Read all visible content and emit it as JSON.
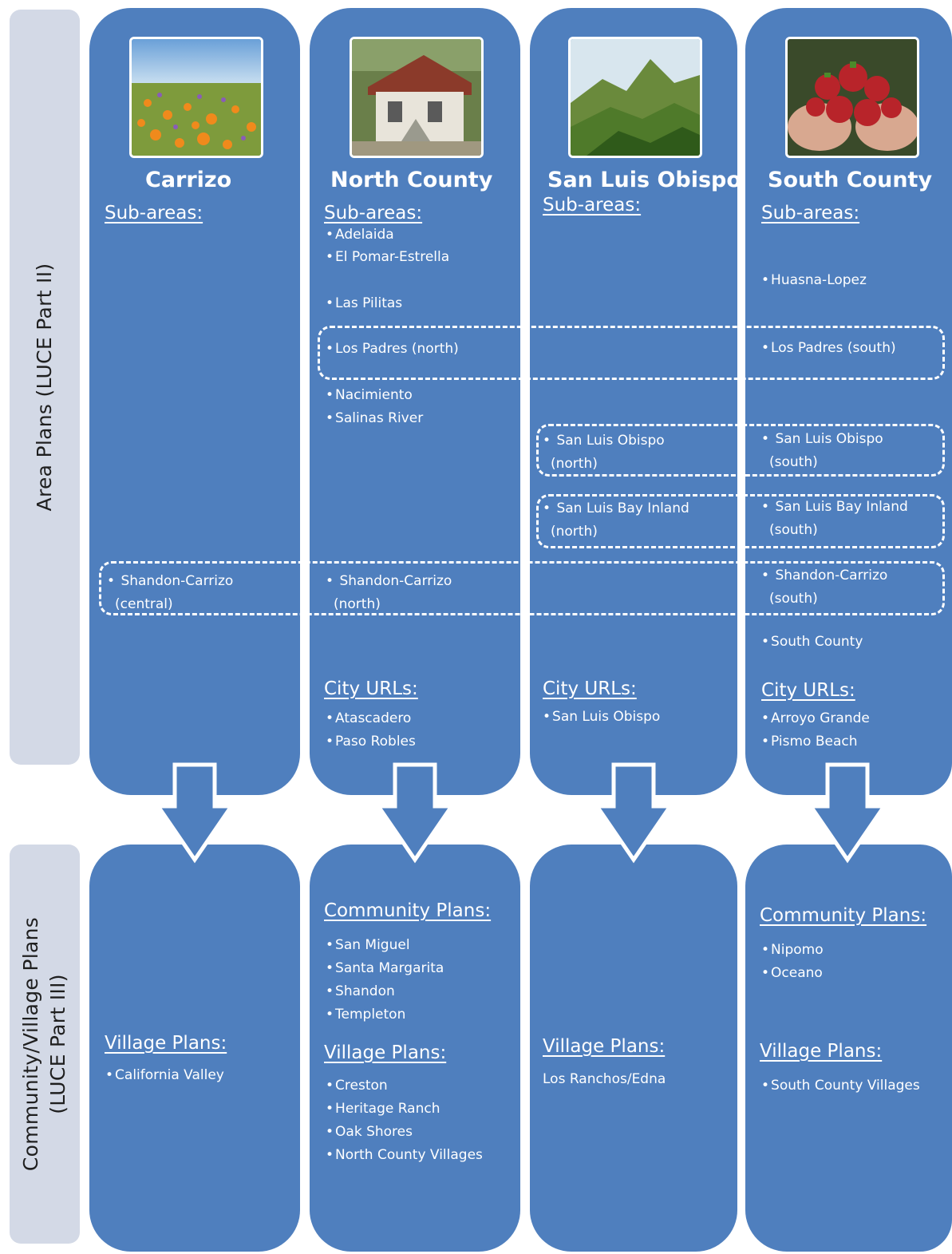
{
  "side_labels": {
    "area": "Area Plans (LUCE Part II)",
    "community_line1": "Community/Village Plans",
    "community_line2": "(LUCE Part III)"
  },
  "columns": [
    {
      "title": "Carrizo",
      "photo_icon": "wildflower-field-photo",
      "subareas_heading": "Sub-areas:",
      "subareas": [
        "Shandon-Carrizo",
        "(central)"
      ],
      "village_heading": "Village Plans:",
      "village_plans": [
        "California Valley"
      ]
    },
    {
      "title": "North County",
      "photo_icon": "historic-building-photo",
      "subareas_heading": "Sub-areas:",
      "subareas": [
        "Adelaida",
        "El Pomar-Estrella",
        "Las Pilitas",
        "Los Padres (north)",
        "Nacimiento",
        "Salinas River",
        "Shandon-Carrizo",
        "(north)"
      ],
      "city_heading": "City URLs:",
      "cities": [
        "Atascadero",
        "Paso Robles"
      ],
      "community_heading": "Community Plans:",
      "community_plans": [
        "San Miguel",
        "Santa Margarita",
        "Shandon",
        "Templeton"
      ],
      "village_heading": "Village Plans:",
      "village_plans": [
        "Creston",
        "Heritage Ranch",
        "Oak Shores",
        "North County Villages"
      ]
    },
    {
      "title": "San Luis Obispo",
      "photo_icon": "green-mountains-photo",
      "subareas_heading": "Sub-areas:",
      "subareas": [
        "San Luis Obispo",
        "(north)",
        "San Luis Bay Inland",
        "(north)"
      ],
      "city_heading": "City URLs:",
      "cities": [
        "San Luis Obispo"
      ],
      "village_heading": "Village Plans:",
      "village_plans": [
        "Los Ranchos/Edna"
      ]
    },
    {
      "title": "South County",
      "photo_icon": "strawberries-photo",
      "subareas_heading": "Sub-areas:",
      "subareas": [
        "Huasna-Lopez",
        "Los Padres (south)",
        "San Luis Obispo",
        "(south)",
        "San Luis Bay Inland",
        "(south)",
        "Shandon-Carrizo",
        "(south)",
        "South County"
      ],
      "city_heading": "City URLs:",
      "cities": [
        "Arroyo Grande",
        "Pismo Beach"
      ],
      "community_heading": "Community Plans:",
      "community_plans": [
        "Nipomo",
        "Oceano"
      ],
      "village_heading": "Village Plans:",
      "village_plans": [
        "South County Villages"
      ]
    }
  ],
  "colors": {
    "panel": "#4f7fbe",
    "side_panel": "#d3d9e6",
    "text": "#ffffff"
  }
}
